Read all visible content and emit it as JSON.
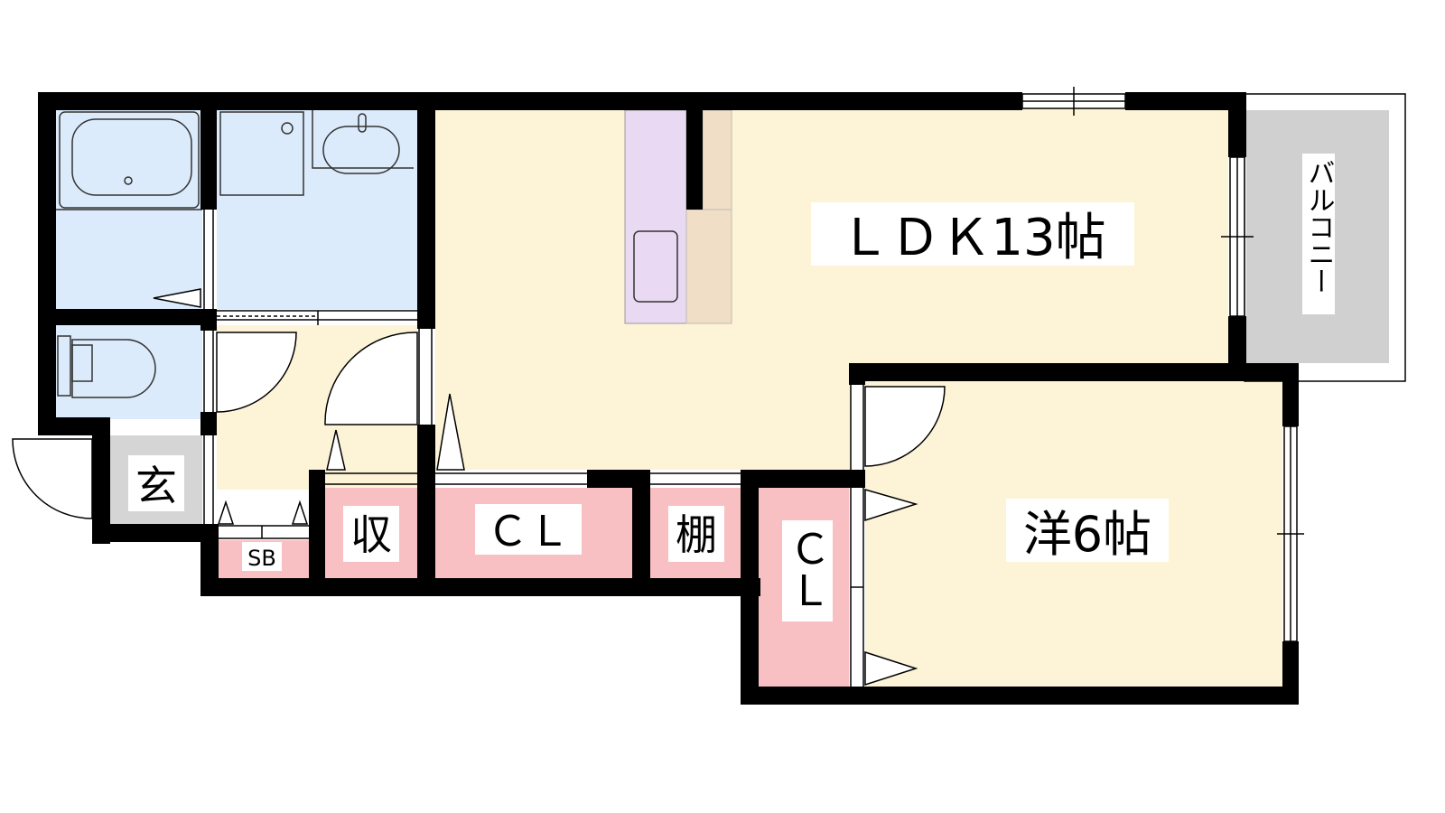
{
  "rooms": {
    "ldk": "ＬＤＫ13帖",
    "western": "洋6帖",
    "balcony": "バルコニー",
    "entrance": "玄",
    "storage": "収",
    "closet_ldk": "ＣＬ",
    "shelf": "棚",
    "closet_western": "ＣＬ",
    "shoe_box": "SB"
  },
  "colors": {
    "wall": "#000000",
    "wet_area": "#dcebfb",
    "living": "#fdf3d6",
    "storage": "#f9c0c3",
    "kitchen": "#ead9f2",
    "counter": "#f0dfc6",
    "balcony": "#d0d0d0",
    "entrance": "#d5d5d5"
  }
}
